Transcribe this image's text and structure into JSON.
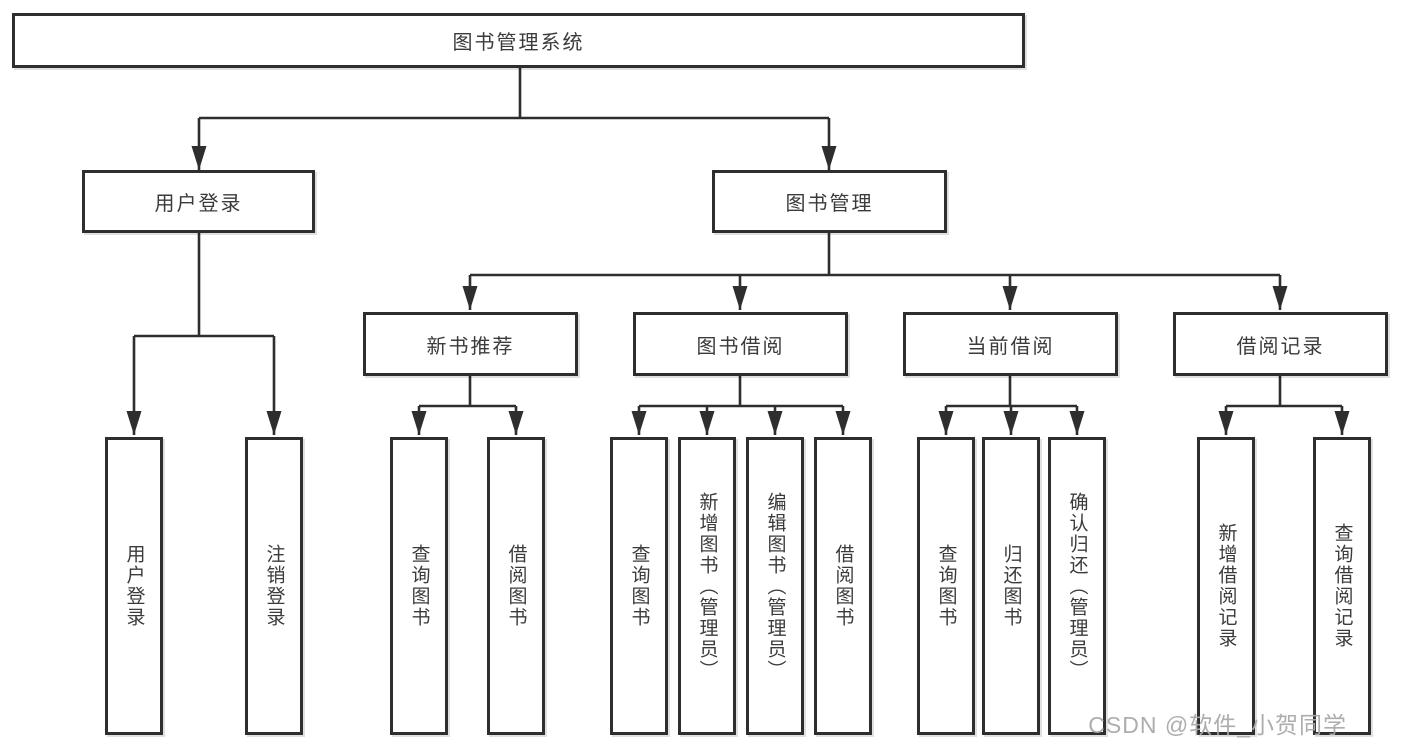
{
  "diagram": {
    "title_node": "图书管理系统",
    "level2": {
      "user_login": "用户登录",
      "book_mgmt": "图书管理"
    },
    "level3": {
      "new_book_rec": "新书推荐",
      "book_borrow": "图书借阅",
      "current_borrow": "当前借阅",
      "borrow_record": "借阅记录"
    },
    "leaves": [
      {
        "label": "用户登录"
      },
      {
        "label": "注销登录"
      },
      {
        "label": "查询图书"
      },
      {
        "label": "借阅图书"
      },
      {
        "label": "查询图书"
      },
      {
        "label": "新增图书（管理员）"
      },
      {
        "label": "编辑图书（管理员）"
      },
      {
        "label": "借阅图书"
      },
      {
        "label": "查询图书"
      },
      {
        "label": "归还图书"
      },
      {
        "label": "确认归还（管理员）"
      },
      {
        "label": "新增借阅记录"
      },
      {
        "label": "查询借阅记录"
      }
    ],
    "colors": {
      "line": "#2e2e2e",
      "text": "#3b3b3b",
      "box_background": "#ffffff",
      "watermark": "#a9a9a9"
    }
  },
  "watermark": {
    "text": "CSDN @软件_小贺同学"
  }
}
